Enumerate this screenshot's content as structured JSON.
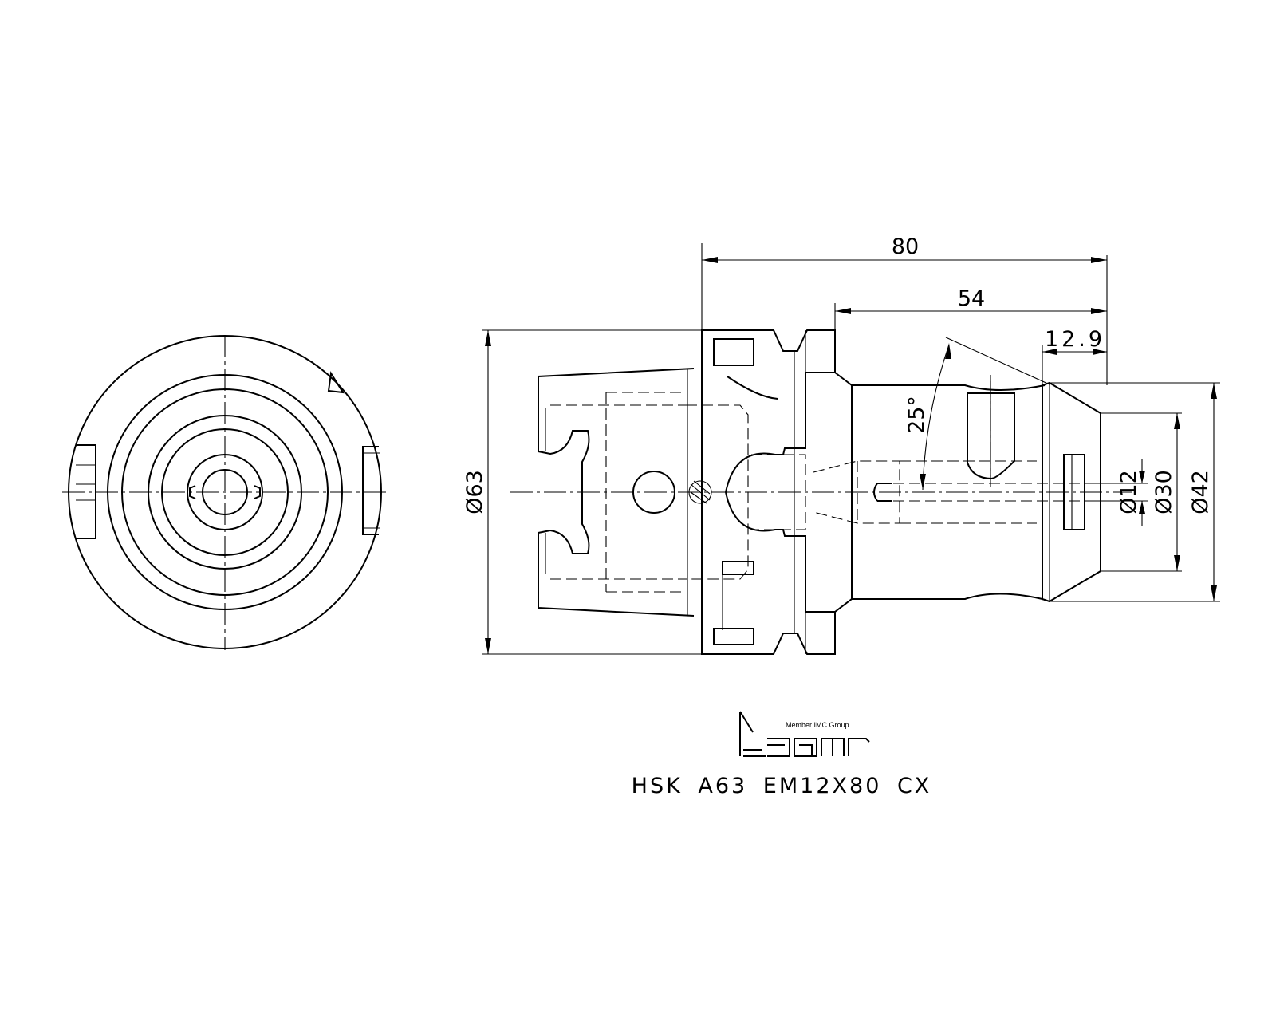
{
  "dimensions": {
    "overall_length": "80",
    "shank_length": "54",
    "nose_length": "12.9",
    "angle": "25°",
    "flange_diameter": "Ø63",
    "bore_diameter": "Ø12",
    "nose_diameter": "Ø30",
    "body_diameter": "Ø42"
  },
  "logo": {
    "tagline": "Member IMC Group"
  },
  "part_code": "HSK  A63  EM12X80  CX"
}
